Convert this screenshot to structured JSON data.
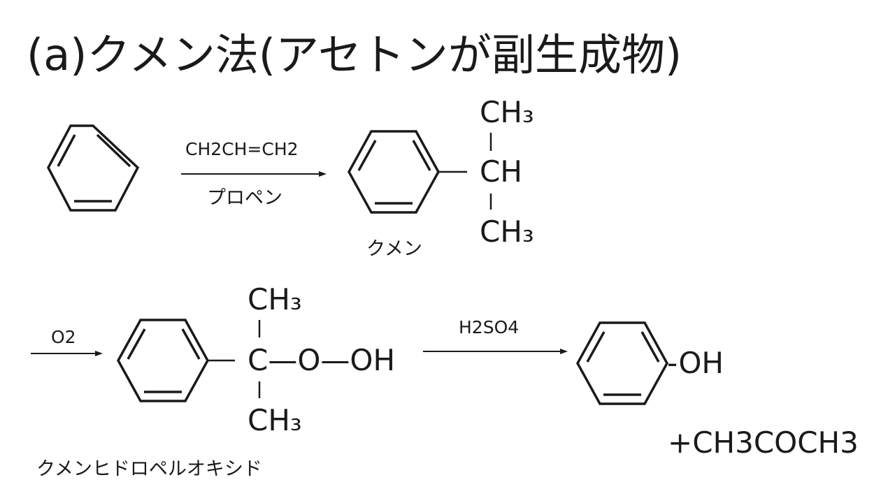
{
  "title": "(a)クメン法(アセトンが副生成物)",
  "step1": {
    "reagent_formula": "CH2CH=CH2",
    "reagent_name": "プロペン"
  },
  "cumene": {
    "ch3_top": "CH₃",
    "ch": "CH",
    "ch3_bottom": "CH₃",
    "name": "クメン"
  },
  "step2": {
    "reagent": "O2"
  },
  "hydroperoxide": {
    "ch3_top": "CH₃",
    "chain": "C—O—OH",
    "ch3_bottom": "CH₃",
    "name": "クメンヒドロペルオキシド"
  },
  "step3": {
    "reagent": "H2SO4"
  },
  "phenol": {
    "group": "-OH"
  },
  "byproduct": "+CH3COCH3",
  "colors": {
    "ink": "#1a1a1a",
    "background": "#ffffff"
  }
}
